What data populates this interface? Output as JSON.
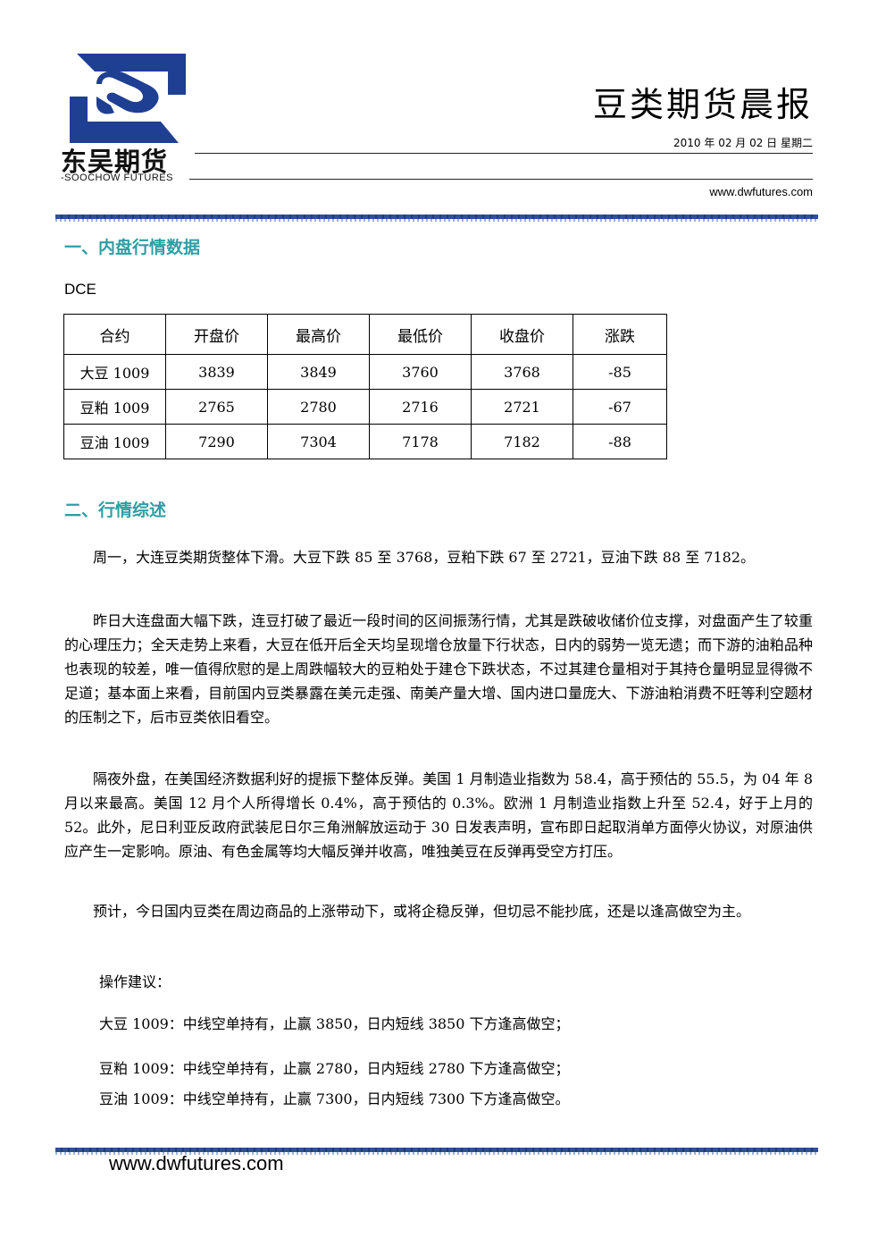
{
  "header": {
    "brand_cn": "东吴期货",
    "brand_en": "-SOOCHOW FUTURES",
    "title": "豆类期货晨报",
    "date": "2010 年 02 月 02 日    星期二",
    "url": "www.dwfutures.com",
    "logo_color": "#1f3f93"
  },
  "section1": {
    "title": "一、内盘行情数据",
    "exchange": "DCE",
    "table": {
      "headers": [
        "合约",
        "开盘价",
        "最高价",
        "最低价",
        "收盘价",
        "涨跌"
      ],
      "rows": [
        [
          "大豆 1009",
          "3839",
          "3849",
          "3760",
          "3768",
          "-85"
        ],
        [
          "豆粕 1009",
          "2765",
          "2780",
          "2716",
          "2721",
          "-67"
        ],
        [
          "豆油 1009",
          "7290",
          "7304",
          "7178",
          "7182",
          "-88"
        ]
      ]
    }
  },
  "section2": {
    "title": "二、行情综述",
    "paragraphs": [
      "周一，大连豆类期货整体下滑。大豆下跌 85 至 3768，豆粕下跌 67 至 2721，豆油下跌 88 至 7182。",
      "昨日大连盘面大幅下跌，连豆打破了最近一段时间的区间振荡行情，尤其是跌破收储价位支撑，对盘面产生了较重的心理压力；全天走势上来看，大豆在低开后全天均呈现增仓放量下行状态，日内的弱势一览无遗；而下游的油粕品种也表现的较差，唯一值得欣慰的是上周跌幅较大的豆粕处于建仓下跌状态，不过其建仓量相对于其持仓量明显显得微不足道；基本面上来看，目前国内豆类暴露在美元走强、南美产量大增、国内进口量庞大、下游油粕消费不旺等利空题材的压制之下，后市豆类依旧看空。",
      "隔夜外盘，在美国经济数据利好的提振下整体反弹。美国 1 月制造业指数为 58.4，高于预估的 55.5，为 04 年 8 月以来最高。美国 12 月个人所得增长 0.4%，高于预估的 0.3%。欧洲 1 月制造业指数上升至 52.4，好于上月的 52。此外，尼日利亚反政府武装尼日尔三角洲解放运动于 30 日发表声明，宣布即日起取消单方面停火协议，对原油供应产生一定影响。原油、有色金属等均大幅反弹并收高，唯独美豆在反弹再受空方打压。",
      "预计，今日国内豆类在周边商品的上涨带动下，或将企稳反弹，但切忌不能抄底，还是以逢高做空为主。"
    ],
    "advice_title": "操作建议：",
    "advice": [
      "大豆 1009：中线空单持有，止赢 3850，日内短线 3850 下方逢高做空；",
      "豆粕 1009：中线空单持有，止赢 2780，日内短线 2780 下方逢高做空；",
      "豆油 1009：中线空单持有，止赢 7300，日内短线 7300 下方逢高做空。"
    ]
  },
  "footer": {
    "url": "www.dwfutures.com"
  },
  "colors": {
    "section_title": "#2e9fa3",
    "band": "#2f4f9a"
  }
}
